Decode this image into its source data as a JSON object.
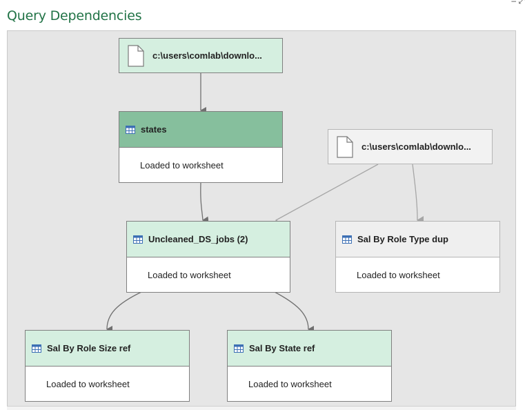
{
  "window": {
    "title": "Query Dependencies",
    "controls": "– ⤢"
  },
  "sources": [
    {
      "label": "c:\\users\\comlab\\downlo...",
      "icon": "file-icon"
    },
    {
      "label": "c:\\users\\comlab\\downlo...",
      "icon": "file-icon"
    }
  ],
  "queries": {
    "states": {
      "name": "states",
      "status": "Loaded to worksheet",
      "icon": "table-icon"
    },
    "uncleaned": {
      "name": "Uncleaned_DS_jobs (2)",
      "status": "Loaded to worksheet",
      "icon": "table-icon"
    },
    "sal_role_type": {
      "name": "Sal By Role Type dup",
      "status": "Loaded to worksheet",
      "icon": "table-icon"
    },
    "sal_role_size": {
      "name": "Sal By Role Size ref",
      "status": "Loaded to worksheet",
      "icon": "table-icon"
    },
    "sal_state": {
      "name": "Sal By State ref",
      "status": "Loaded to worksheet",
      "icon": "table-icon"
    }
  },
  "colors": {
    "title": "#217346",
    "node_header": "#d5efe0",
    "selected_header": "#86bf9d",
    "inactive_header": "#efefef",
    "canvas": "#e6e6e6"
  }
}
